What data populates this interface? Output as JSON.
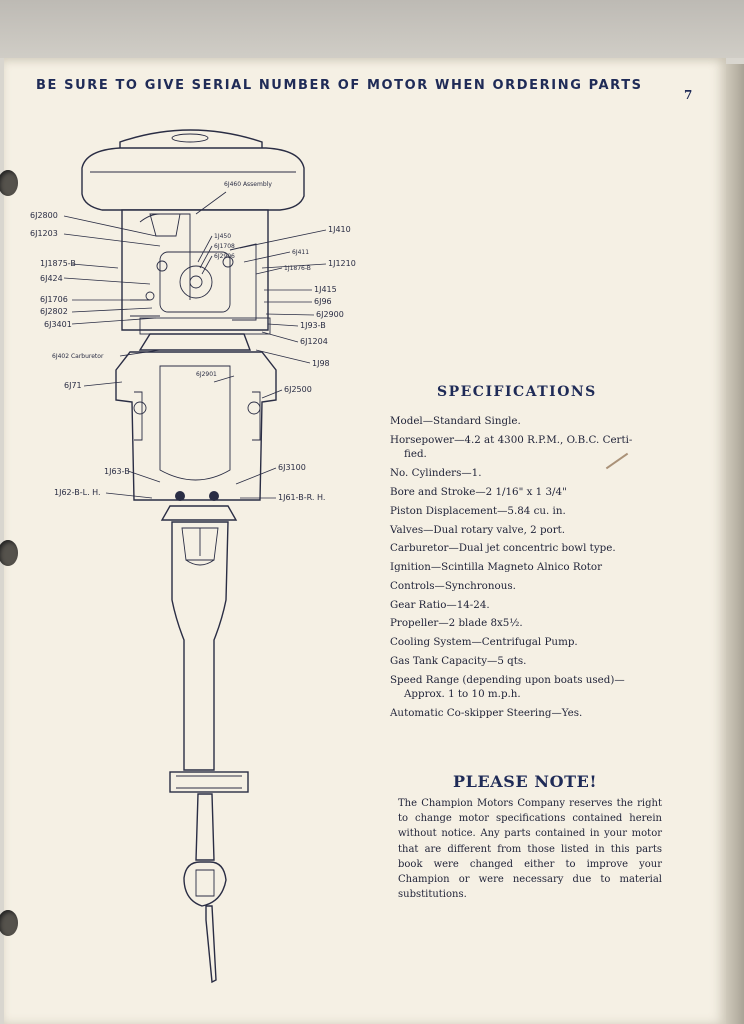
{
  "header": {
    "notice": "BE SURE TO GIVE SERIAL NUMBER OF MOTOR WHEN ORDERING PARTS",
    "page_number": "7"
  },
  "diagram": {
    "labels": {
      "assembly": "6J460 Assembly",
      "l_2800": "6J2800",
      "l_1203": "6J1203",
      "l_1875b": "1J1875-B",
      "l_1424": "6J424",
      "l_1706": "6J1706",
      "l_2802": "6J2802",
      "l_3401": "6J3401",
      "l_carb": "6J402 Carburetor",
      "l_71": "6J71",
      "l_63b": "1J63-B",
      "l_62b": "1J62-B-L. H.",
      "c_450": "1J450",
      "c_1708": "6J1708",
      "c_2906": "6J2906",
      "c_2901": "6J2901",
      "r_410": "1J410",
      "r_411": "6J411",
      "r_1876b": "1J1876-B",
      "r_1210": "1J1210",
      "r_415": "1J415",
      "r_96": "6J96",
      "r_2900": "6J2900",
      "r_93b": "1J93-B",
      "r_1204": "6J1204",
      "r_98": "1J98",
      "r_2500": "6J2500",
      "r_3100": "6J3100",
      "r_61b": "1J61-B-R. H."
    }
  },
  "specifications": {
    "title": "SPECIFICATIONS",
    "items": [
      "Model—Standard Single.",
      "Horsepower—4.2 at 4300 R.P.M., O.B.C. Certi-",
      "fied.",
      "No. Cylinders—1.",
      "Bore and Stroke—2 1/16\" x 1 3/4\"",
      "Piston Displacement—5.84 cu. in.",
      "Valves—Dual rotary valve, 2 port.",
      "Carburetor—Dual jet concentric bowl type.",
      "Ignition—Scintilla Magneto Alnico Rotor",
      "Controls—Synchronous.",
      "Gear Ratio—14-24.",
      "Propeller—2 blade 8x5½.",
      "Cooling System—Centrifugal Pump.",
      "Gas Tank Capacity—5 qts.",
      "Speed Range (depending upon boats used)—",
      "Approx. 1 to 10 m.p.h.",
      "Automatic Co-skipper Steering—Yes."
    ]
  },
  "note": {
    "title": "PLEASE NOTE!",
    "text": "The Champion Motors Company reserves the right to change motor specifications contained herein without notice. Any parts contained in your motor that are different from those listed in this parts book were changed either to improve your Champion or were necessary due to material substitutions."
  },
  "colors": {
    "paper": "#f5f0e4",
    "ink": "#1f2b57"
  }
}
